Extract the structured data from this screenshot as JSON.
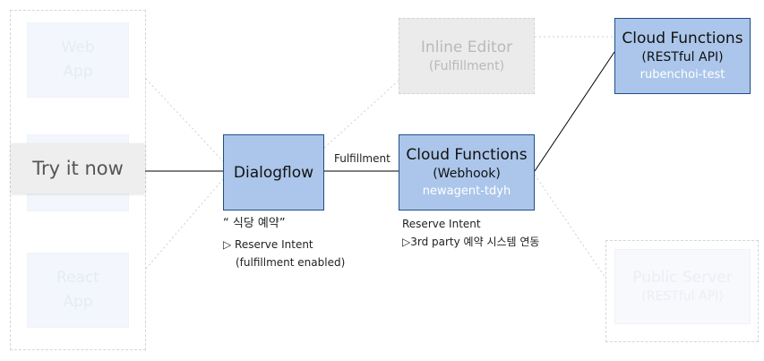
{
  "nodes": {
    "web_app": {
      "line1": "Web",
      "line2": "App"
    },
    "react_app": {
      "line1": "React",
      "line2": "App"
    },
    "try_it_now": "Try it now",
    "dialogflow": "Dialogflow",
    "inline_editor": {
      "title": "Inline Editor",
      "subtitle": "(Fulfillment)"
    },
    "cloud_functions_webhook": {
      "title": "Cloud Functions",
      "subtitle": "(Webhook)",
      "id": "newagent-tdyh"
    },
    "cloud_functions_api": {
      "title": "Cloud Functions",
      "subtitle": "(RESTful API)",
      "id": "rubenchoi-test"
    },
    "public_server": {
      "title": "Public Server",
      "subtitle": "(RESTful API)"
    }
  },
  "edges": {
    "fulfillment_label": "Fulfillment"
  },
  "notes": {
    "dialogflow": [
      "“ 식당 예약”",
      "▷ Reserve Intent",
      "(fulfillment enabled)"
    ],
    "webhook": [
      "Reserve Intent",
      "▷3rd party 예약 시스템 연동"
    ]
  }
}
